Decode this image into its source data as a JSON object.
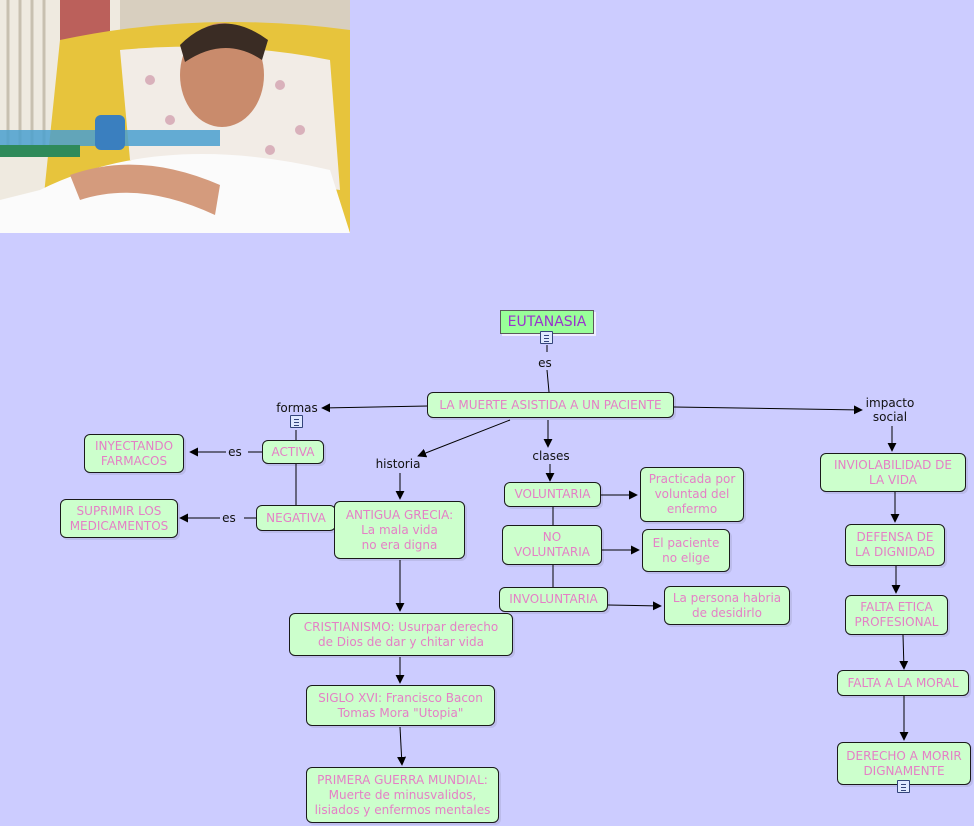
{
  "root": {
    "label": "EUTANASIA",
    "relation": "es",
    "definition": "LA MUERTE ASISTIDA A UN PACIENTE"
  },
  "branches": {
    "formas": "formas",
    "historia": "historia",
    "clases": "clases",
    "impacto": "impacto\nsocial"
  },
  "formas": {
    "activa": "ACTIVA",
    "negativa": "NEGATIVA",
    "es_activa": "es",
    "es_negativa": "es",
    "inyectando": "INYECTANDO\nFARMACOS",
    "suprimir": "SUPRIMIR LOS\nMEDICAMENTOS"
  },
  "historia": [
    "ANTIGUA GRECIA:\nLa mala vida\nno era digna",
    "CRISTIANISMO: Usurpar derecho\nde Dios de dar y chitar vida",
    "SIGLO XVI: Francisco Bacon\nTomas Mora \"Utopia\"",
    "PRIMERA GUERRA MUNDIAL:\nMuerte  de minusvalidos,\nlisiados y enfermos mentales"
  ],
  "clases": {
    "voluntaria": "VOLUNTARIA",
    "no_voluntaria": "NO\nVOLUNTARIA",
    "involuntaria": "INVOLUNTARIA",
    "voluntaria_desc": "Practicada por\nvoluntad del\nenfermo",
    "no_voluntaria_desc": "El paciente\nno elige",
    "involuntaria_desc": "La persona habria\nde desidirlo"
  },
  "impacto": [
    "INVIOLABILIDAD DE\nLA VIDA",
    "DEFENSA DE\nLA DIGNIDAD",
    "FALTA ETICA\nPROFESIONAL",
    "FALTA A LA MORAL",
    "DERECHO A MORIR\nDIGNAMENTE"
  ],
  "colors": {
    "background": "#ccccff",
    "node_fill": "#ccffcc",
    "node_text": "#e57fc6",
    "root_fill": "#99ff99",
    "root_text": "#9933cc",
    "link": "#000000"
  },
  "icons": {
    "photo": "patient-in-hospital-bed-photo",
    "resource": "document-resource-icon"
  }
}
